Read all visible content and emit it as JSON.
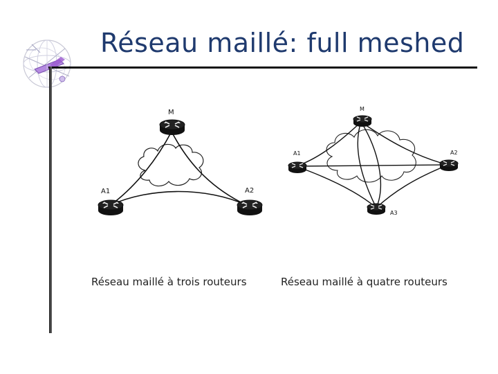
{
  "slide": {
    "title": "Réseau maillé: full meshed"
  },
  "diagrams": [
    {
      "caption": "Réseau maillé à trois routeurs",
      "routers": [
        {
          "label": "M"
        },
        {
          "label": "A1"
        },
        {
          "label": "A2"
        }
      ]
    },
    {
      "caption": "Réseau maillé à quatre routeurs",
      "routers": [
        {
          "label": "M"
        },
        {
          "label": "A1"
        },
        {
          "label": "A2"
        },
        {
          "label": "A3"
        }
      ]
    }
  ],
  "icons": {
    "logo": "globe-satellite-logo",
    "router": "router-icon",
    "network": "cloud-icon"
  },
  "colors": {
    "title": "#1f3a6e",
    "rule": "#111111",
    "router_body": "#111111",
    "logo_accent": "#9b59d0"
  }
}
